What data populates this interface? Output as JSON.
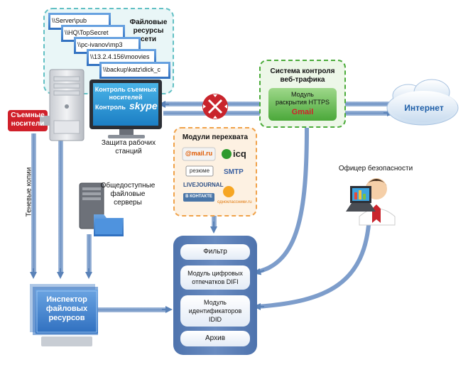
{
  "file_resources": {
    "title_line1": "Файловые",
    "title_line2": "ресурсы",
    "title_line3": "сети",
    "paths": [
      "\\\\Server\\pub",
      "\\\\HQ\\TopSecret",
      "\\\\pc-ivanov\\mp3",
      "\\\\13.2.4.156\\moovies",
      "\\\\backup\\katz\\dick_c"
    ]
  },
  "removable_media": {
    "label_line1": "Съемные",
    "label_line2": "носители"
  },
  "workstation_monitor": {
    "line1": "Контроль съемных",
    "line2": "носителей",
    "line3": "Контроль",
    "skype": "skype"
  },
  "workstation_caption": {
    "line1": "Защита рабочих",
    "line2": "станций"
  },
  "web_control": {
    "title_line1": "Система контроля",
    "title_line2": "веб-трафика",
    "module_line1": "Модуль",
    "module_line2": "раскрытия HTTPS",
    "gmail": "Gmail"
  },
  "internet": {
    "label": "Интернет"
  },
  "intercept": {
    "title": "Модули перехвата",
    "mailru": "@mail.ru",
    "icq": "icq",
    "resume": "резюме",
    "smtp": "SMTP",
    "livejournal": "LIVEJOURNAL",
    "vkontakte": "В КОНТАКТЕ",
    "odnoklassniki": "одноклассники.ru"
  },
  "shared_servers": {
    "line1": "Общедоступные",
    "line2": "файловые",
    "line3": "серверы"
  },
  "shadow_copies": {
    "label": "Теневые копии"
  },
  "security_officer": {
    "label": "Офицер безопасности"
  },
  "inspector": {
    "line1": "Инспектор",
    "line2": "файловых",
    "line3": "ресурсов"
  },
  "modules": {
    "filter": "Фильтр",
    "difi_line1": "Модуль цифровых",
    "difi_line2": "отпечатков DIFI",
    "idid_line1": "Модуль",
    "idid_line2": "идентификаторов",
    "idid_line3": "IDID",
    "archive": "Архив"
  },
  "colors": {
    "arrow_blue": "#4f7bb3",
    "panel_blue": "#5e80b6",
    "teal_dash": "#62c0c4",
    "green": "#4bab3a",
    "orange": "#f0a24a",
    "red": "#d0202a"
  }
}
